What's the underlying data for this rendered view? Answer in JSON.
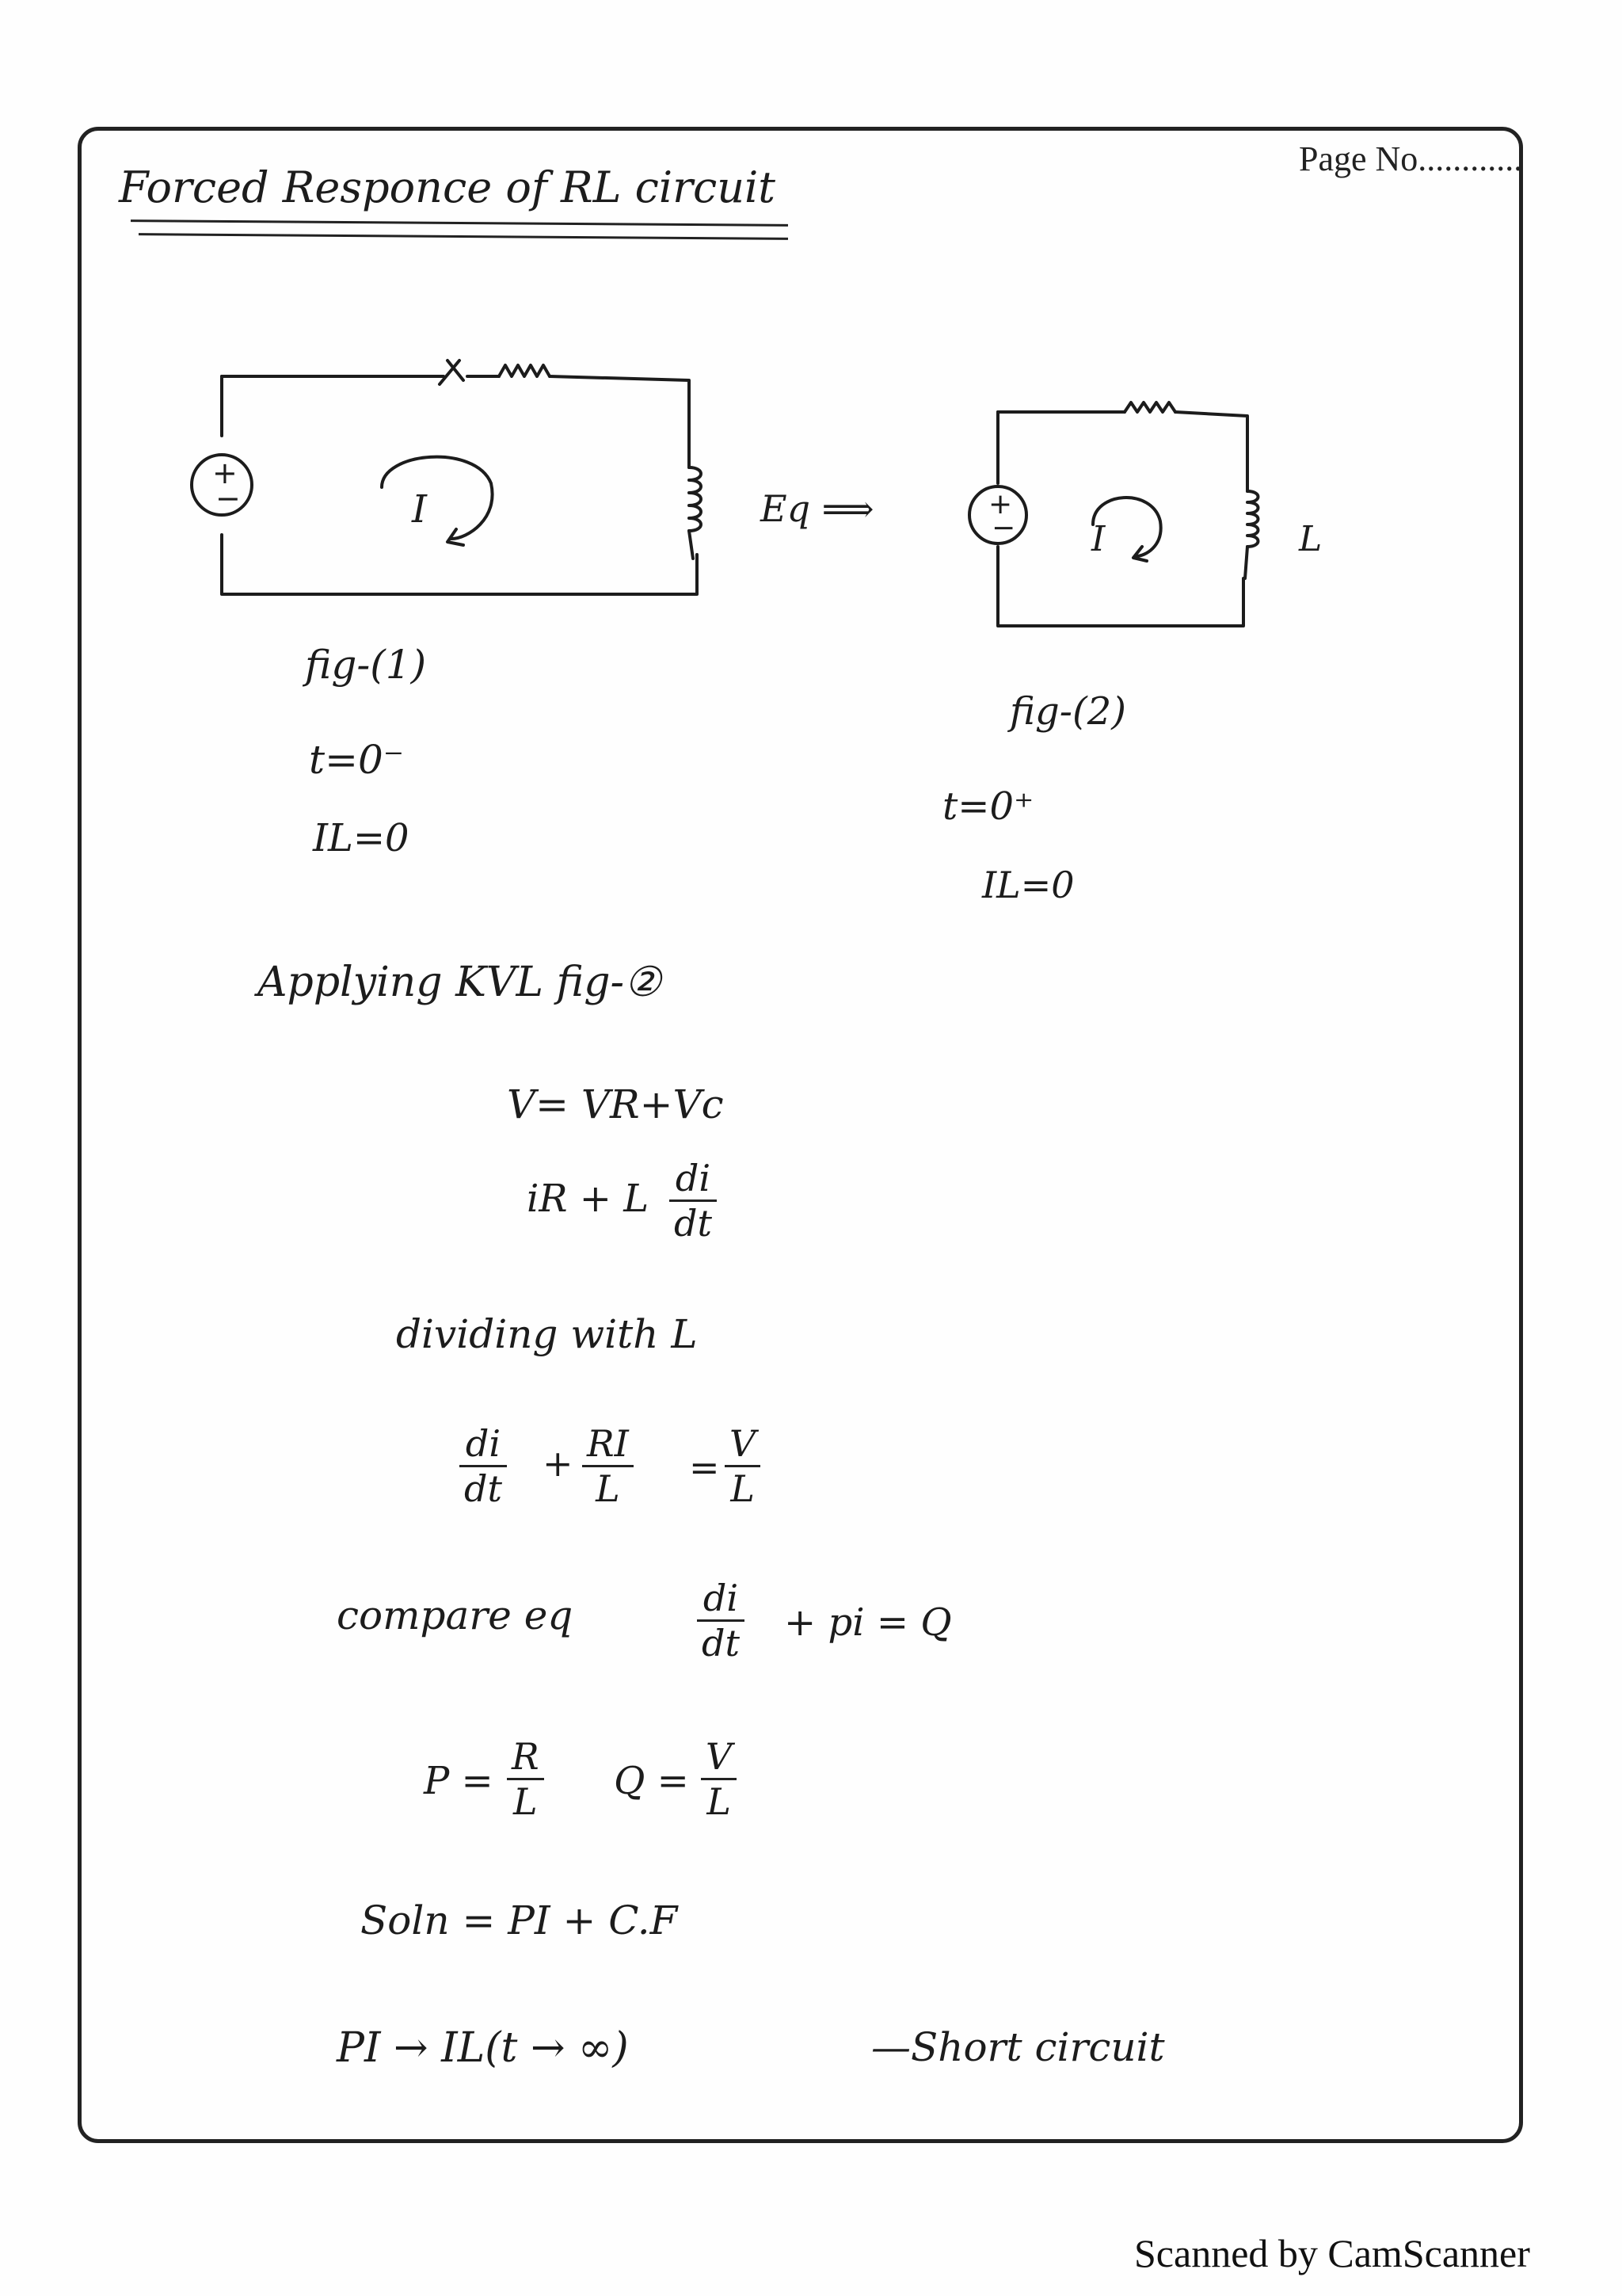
{
  "header": {
    "page_no": "Page No............"
  },
  "title": "Forced Responce of RL circuit",
  "figure1": {
    "current_label": "I",
    "caption": "fig-(1)",
    "cond1": "t=0⁻",
    "cond2": "IL=0"
  },
  "eq_arrow": "Eq ⟹",
  "figure2": {
    "current_label": "I",
    "inductor_label": "L",
    "caption": "fig-(2)",
    "cond1": "t=0⁺",
    "cond2": "IL=0"
  },
  "derivation": {
    "applying": "Applying KVL fig-②",
    "eq1": "V= VR+Vc",
    "eq2_left": "iR + L",
    "eq2_num": "di",
    "eq2_den": "dt",
    "dividing": "dividing with L",
    "eq3_num1": "di",
    "eq3_den1": "dt",
    "eq3_plus": "+",
    "eq3_num2": "RI",
    "eq3_den2": "L",
    "eq3_eq": "=",
    "eq3_num3": "V",
    "eq3_den3": "L",
    "compare": "compare eq",
    "eq4_num": "di",
    "eq4_den": "dt",
    "eq4_rest": "+ pi = Q",
    "p_label": "P =",
    "p_num": "R",
    "p_den": "L",
    "q_label": "Q =",
    "q_num": "V",
    "q_den": "L",
    "soln": "Soln = PI + C.F",
    "pi_line": "PI → IL(t → ∞)",
    "short": "—Short circuit"
  },
  "footer": "Scanned by CamScanner"
}
